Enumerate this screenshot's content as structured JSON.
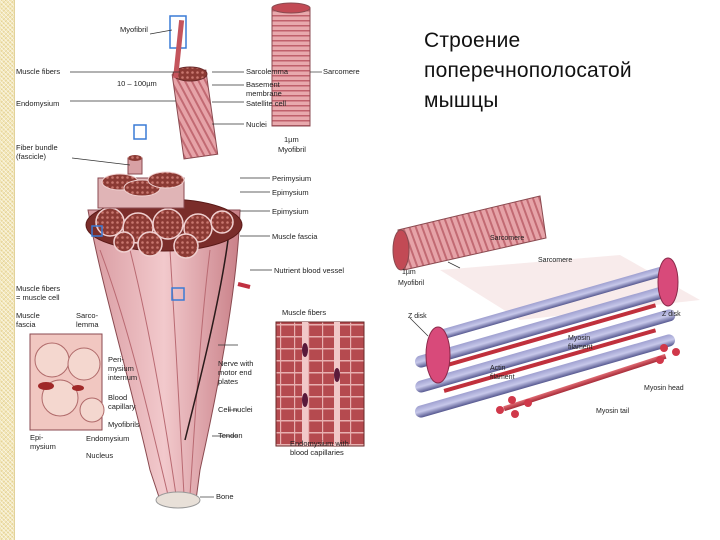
{
  "title": {
    "line1": "Строение",
    "line2": "поперечнополосатой",
    "line3": "мышцы"
  },
  "labels": {
    "myofibril_top": "Myofibril",
    "muscle_fibers": "Muscle fibers",
    "size_range": "10 – 100µm",
    "endomysium": "Endomysium",
    "sarcolemma": "Sarcolemma",
    "basement_line1": "Basement",
    "basement_line2": "membrane",
    "satellite_cell": "Satellite cell",
    "nuclei": "Nuclei",
    "sarcomere_top": "Sarcomere",
    "one_um": "1µm",
    "myofibril_right": "Myofibril",
    "fiber_bundle_line1": "Fiber bundle",
    "fiber_bundle_line2": "(fascicle)",
    "perimysium": "Perimysium",
    "epimysium_1": "Epimysium",
    "epimysium_2": "Epimysium",
    "muscle_fascia_right": "Muscle fascia",
    "nutrient_vessel": "Nutrient blood vessel",
    "muscle_fibers_cell_line1": "Muscle fibers",
    "muscle_fibers_cell_line2": "= muscle cell",
    "muscle_fascia_left_line1": "Muscle",
    "muscle_fascia_left_line2": "fascia",
    "sarcolemma_inset_line1": "Sarco-",
    "sarcolemma_inset_line2": "lemma",
    "peri_internum_line1": "Peri-",
    "peri_internum_line2": "mysium",
    "peri_internum_line3": "internum",
    "blood_capillary_line1": "Blood",
    "blood_capillary_line2": "capillary",
    "myofibrils": "Myofibrils",
    "epimysium_inset_line1": "Epi-",
    "epimysium_inset_line2": "mysium",
    "endomysium_inset": "Endomysium",
    "nucleus": "Nucleus",
    "muscle_fibers_box": "Muscle fibers",
    "nerve_line1": "Nerve with",
    "nerve_line2": "motor end",
    "nerve_line3": "plates",
    "cell_nuclei": "Cell nuclei",
    "tendon": "Tendon",
    "endo_cap_line1": "Endomysium with",
    "endo_cap_line2": "blood capillaries",
    "bone": "Bone",
    "sarcomere_mid": "Sarcomere",
    "one_um_2": "1µm",
    "myofibril_mid": "Myofibril",
    "sarcomere_big": "Sarcomere",
    "z_disk_left": "Z disk",
    "z_disk_right": "Z disk",
    "myosin_filament_line1": "Myosin",
    "myosin_filament_line2": "filament",
    "actin_filament_line1": "Actin",
    "actin_filament_line2": "filament",
    "myosin_head": "Myosin head",
    "myosin_tail": "Myosin tail"
  }
}
